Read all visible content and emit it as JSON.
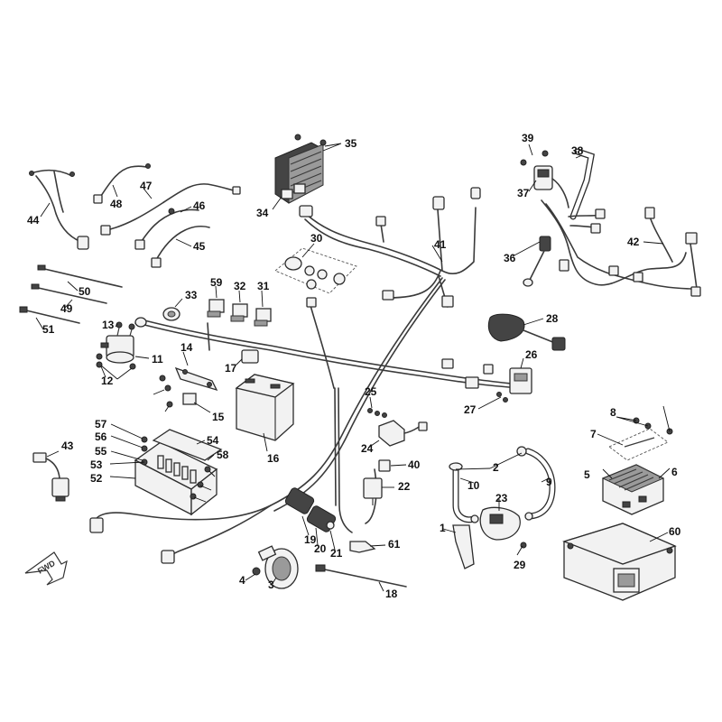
{
  "diagram": {
    "fwd_label": "FWD",
    "callouts": [
      "1",
      "2",
      "3",
      "4",
      "5",
      "6",
      "7",
      "8",
      "9",
      "10",
      "11",
      "12",
      "13",
      "14",
      "15",
      "16",
      "17",
      "18",
      "19",
      "20",
      "21",
      "22",
      "23",
      "24",
      "25",
      "26",
      "27",
      "28",
      "29",
      "30",
      "31",
      "32",
      "33",
      "34",
      "35",
      "36",
      "37",
      "38",
      "39",
      "40",
      "41",
      "42",
      "43",
      "44",
      "45",
      "46",
      "47",
      "48",
      "49",
      "50",
      "51",
      "52",
      "53",
      "54",
      "55",
      "56",
      "57",
      "58",
      "59",
      "60",
      "61"
    ]
  }
}
